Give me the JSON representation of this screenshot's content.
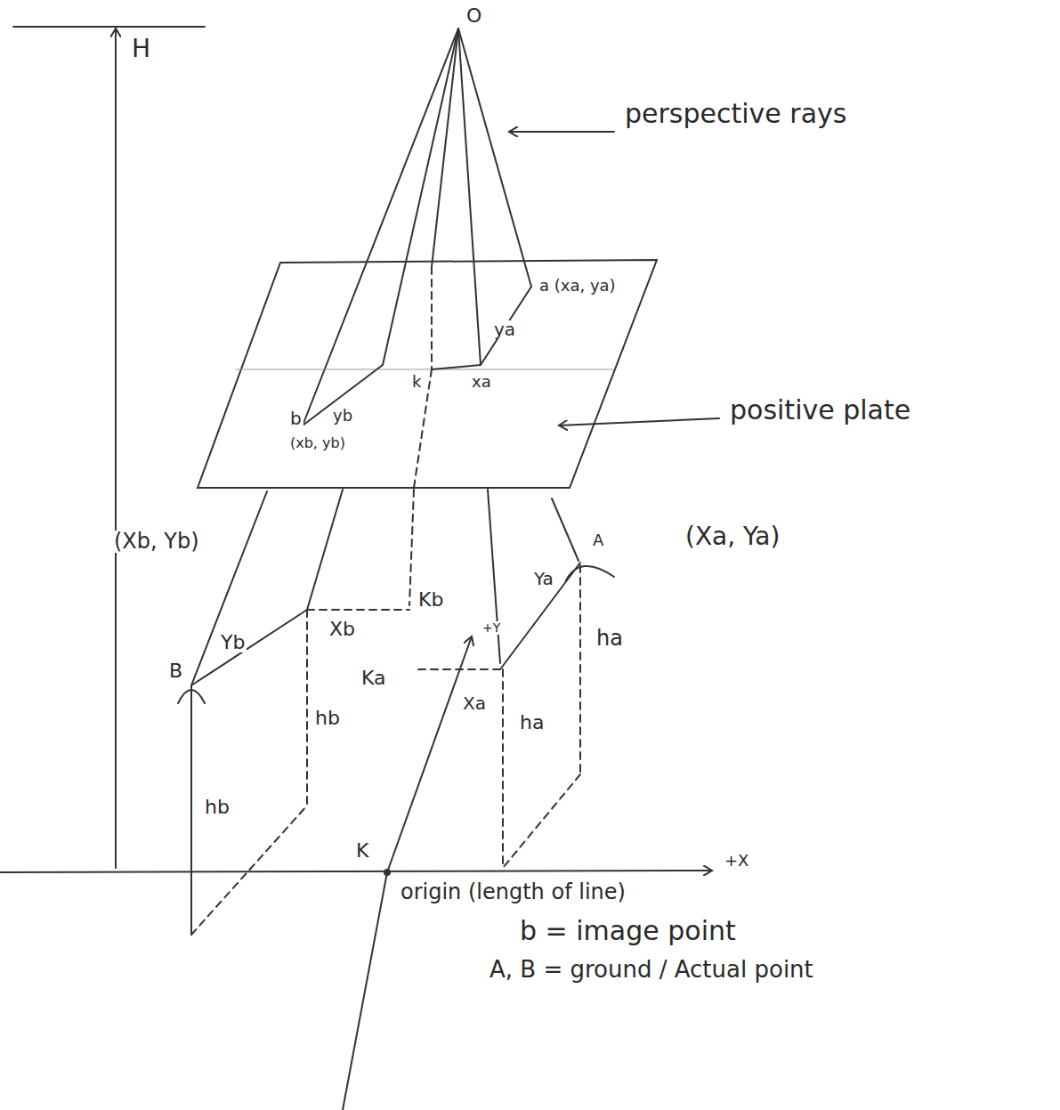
{
  "diagram": {
    "labels": [
      "O",
      "H",
      "perspective rays",
      "a (xa, ya)",
      "ya",
      "k",
      "xa",
      "b",
      "yb",
      "(xb, yb)",
      "positive plate",
      "(Xb, Yb)",
      "(Xa, Ya)",
      "A",
      "Ya",
      "Kb",
      "Xb",
      "Yb",
      "B",
      "Ka",
      "+Y",
      "Xa",
      "ha",
      "ha",
      "hb",
      "hb",
      "K",
      "+X",
      "origin (length of line)",
      "b = image point",
      "A, B = ground / Actual point"
    ]
  }
}
